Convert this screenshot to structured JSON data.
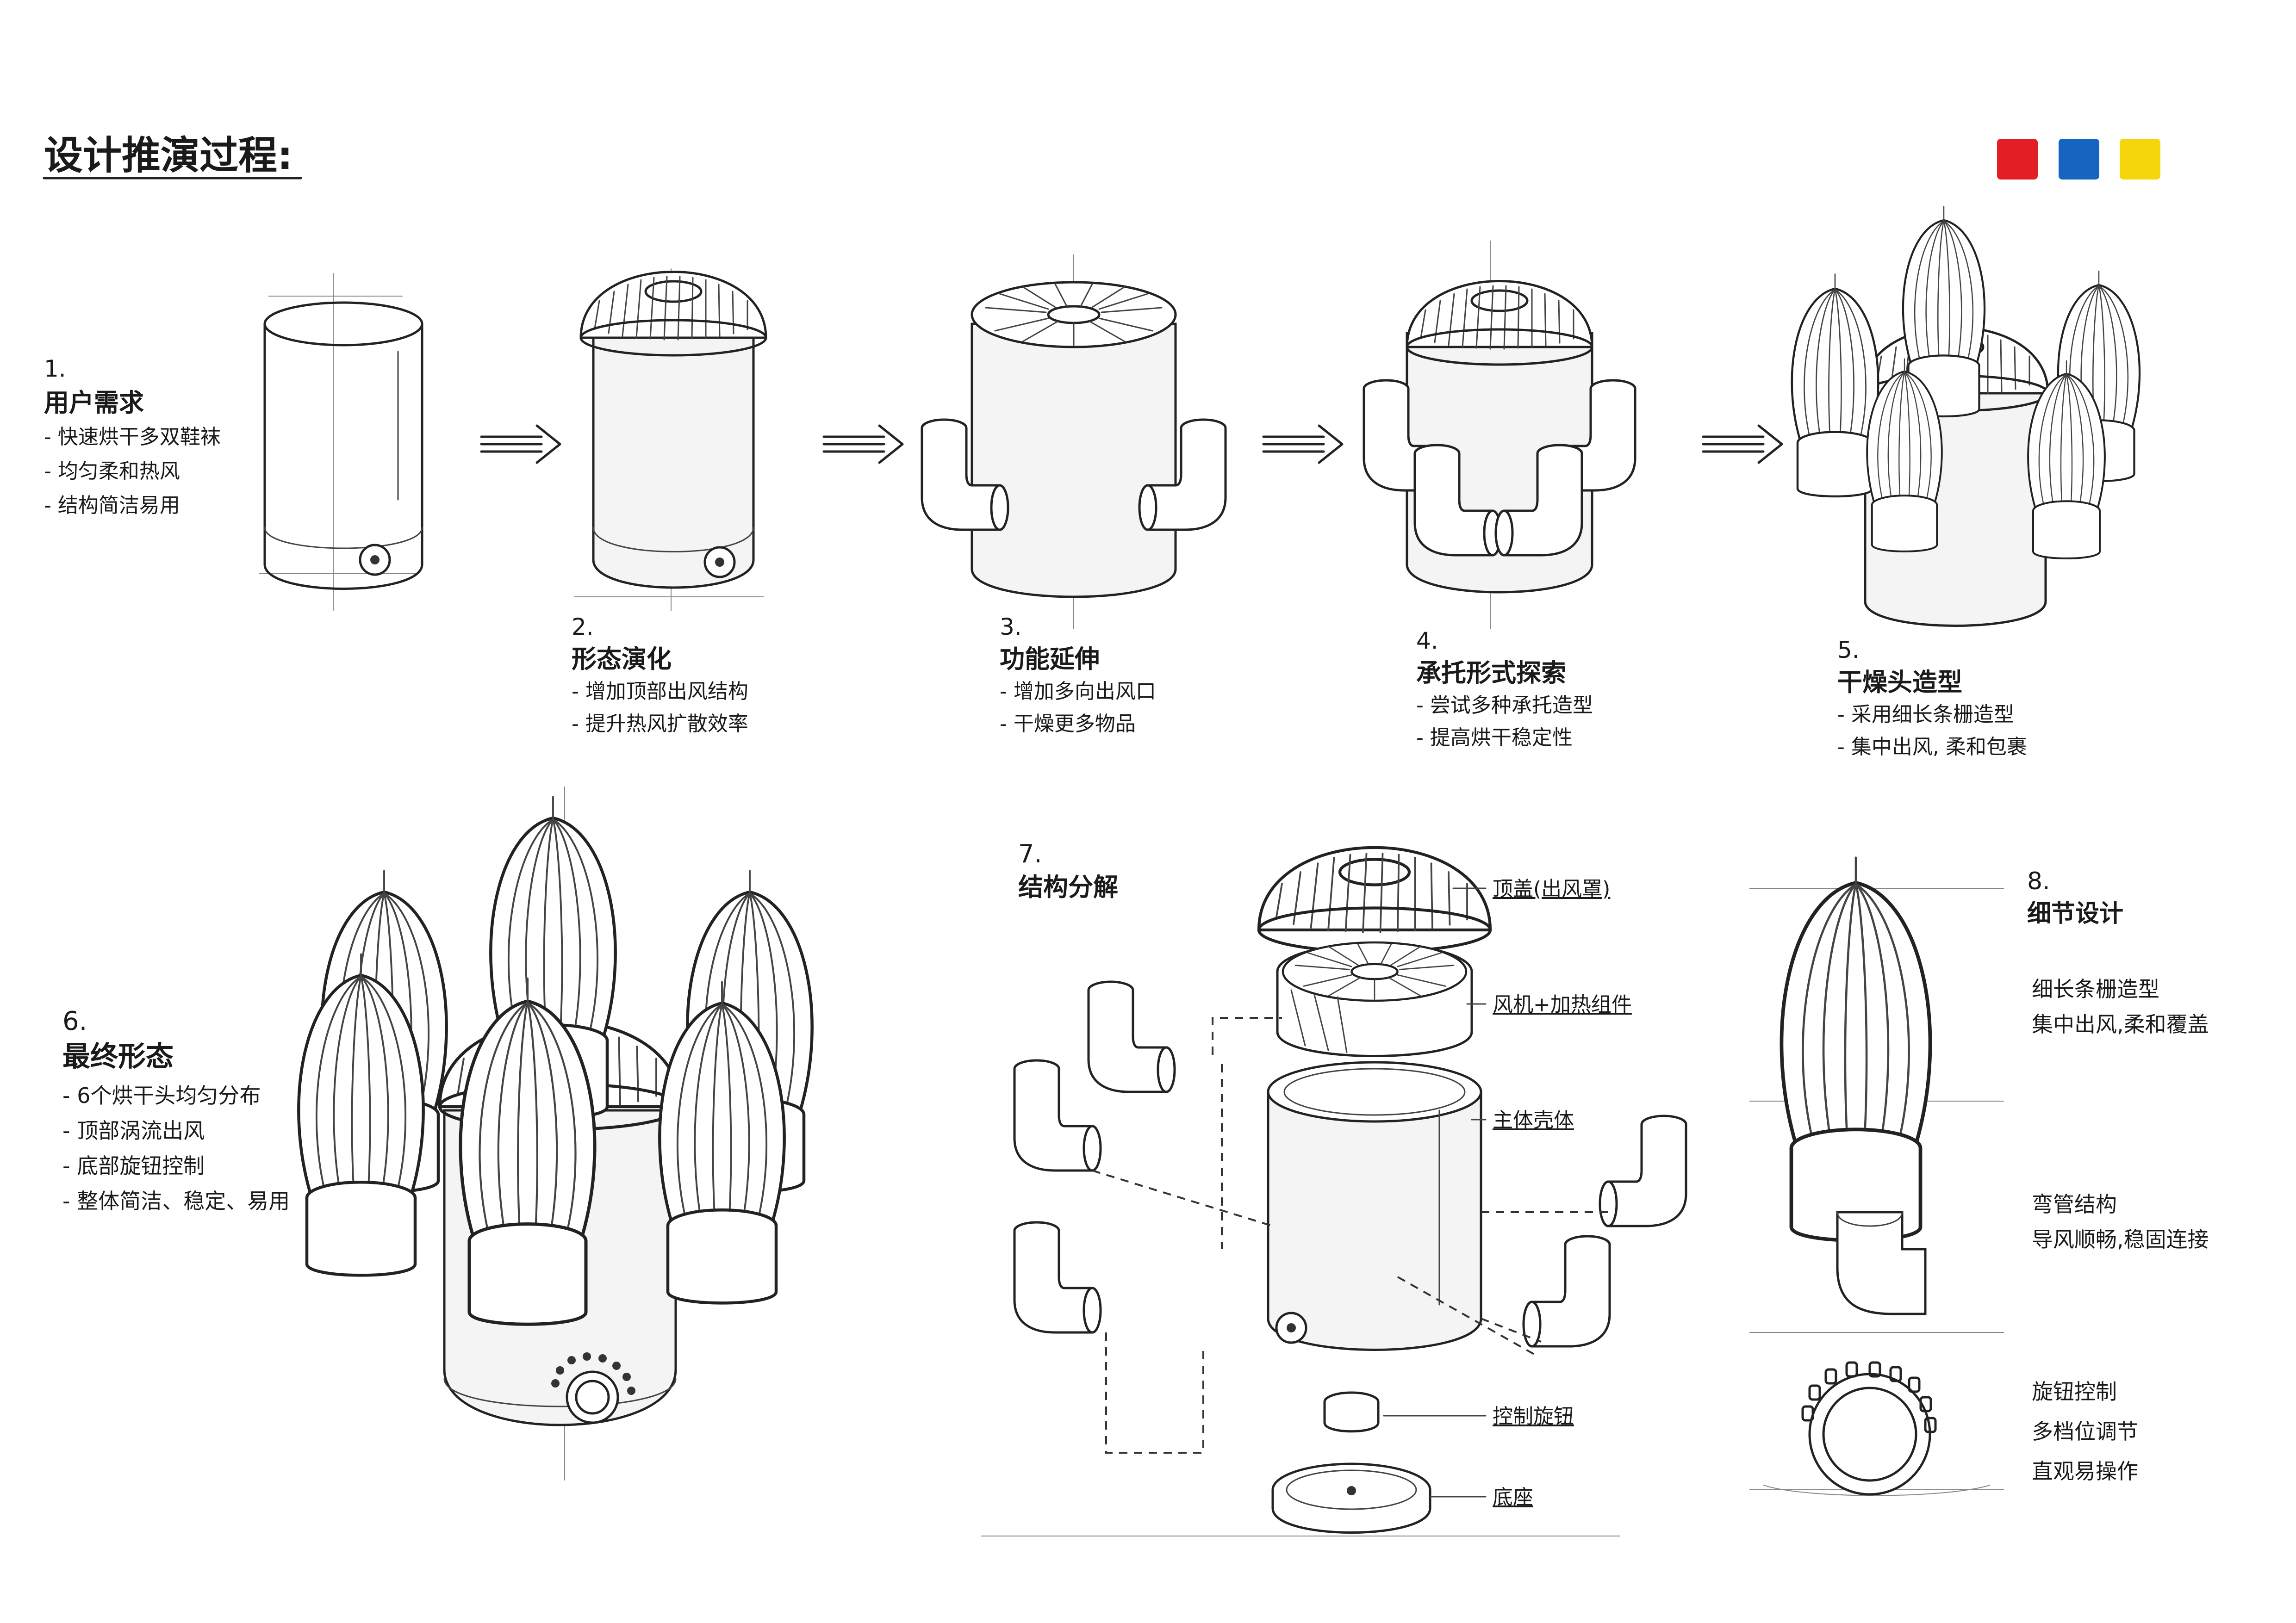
{
  "title": "设计推演过程:",
  "palette": [
    "#e31e24",
    "#1565c0",
    "#f5d60a"
  ],
  "steps": [
    {
      "num": "1.",
      "title": "用户需求",
      "notes": [
        "- 快速烘干多双鞋袜",
        "- 均匀柔和热风",
        "- 结构简洁易用"
      ]
    },
    {
      "num": "2.",
      "title": "形态演化",
      "notes": [
        "- 增加顶部出风结构",
        "- 提升热风扩散效率"
      ]
    },
    {
      "num": "3.",
      "title": "功能延伸",
      "notes": [
        "- 增加多向出风口",
        "- 干燥更多物品"
      ]
    },
    {
      "num": "4.",
      "title": "承托形式探索",
      "notes": [
        "- 尝试多种承托造型",
        "- 提高烘干稳定性"
      ]
    },
    {
      "num": "5.",
      "title": "干燥头造型",
      "notes": [
        "- 采用细长条栅造型",
        "- 集中出风, 柔和包裹"
      ]
    },
    {
      "num": "6.",
      "title": "最终形态",
      "notes": [
        "- 6个烘干头均匀分布",
        "- 顶部涡流出风",
        "- 底部旋钮控制",
        "- 整体简洁、稳定、易用"
      ]
    }
  ],
  "explode": {
    "num": "7.",
    "title": "结构分解",
    "parts": [
      "顶盖(出风罩)",
      "风机+加热组件",
      "主体壳体",
      "控制旋钮",
      "底座"
    ]
  },
  "details": {
    "num": "8.",
    "title": "细节设计",
    "items": [
      {
        "title": "细长条栅造型",
        "desc": "集中出风,柔和覆盖"
      },
      {
        "title": "弯管结构",
        "desc": "导风顺畅,稳固连接"
      },
      {
        "title": "旋钮控制",
        "desc": "多档位调节",
        "desc2": "直观易操作"
      }
    ]
  }
}
